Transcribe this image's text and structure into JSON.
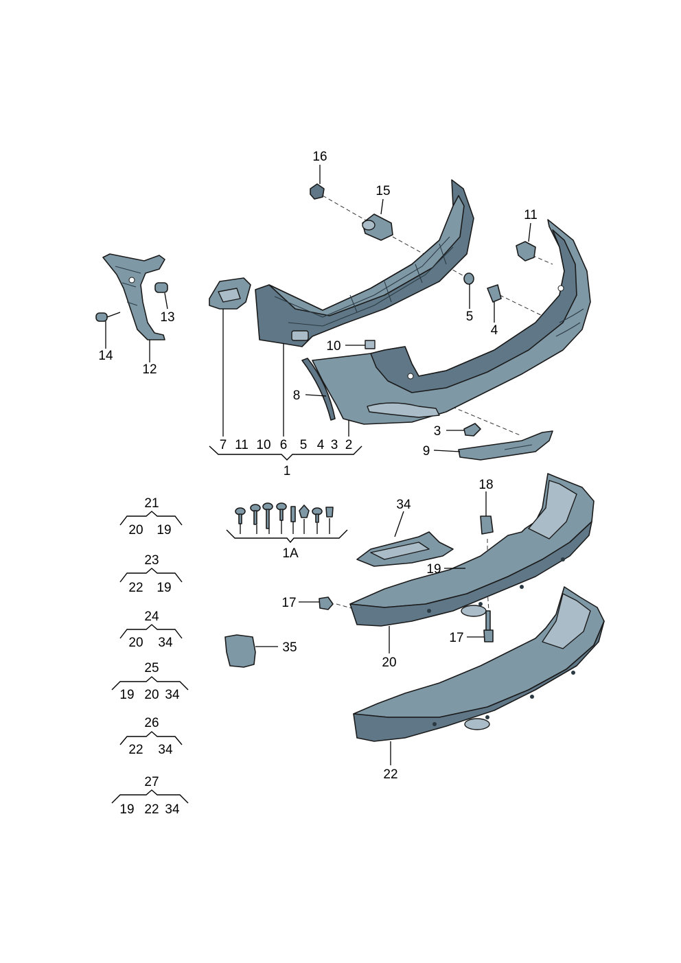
{
  "labels": {
    "l1": "1",
    "l1a": "1A",
    "l2": "2",
    "l3": "3",
    "l4": "4",
    "l5": "5",
    "l6": "6",
    "l7": "7",
    "l8": "8",
    "l9": "9",
    "l10": "10",
    "l11": "11",
    "l12": "12",
    "l13": "13",
    "l14": "14",
    "l15": "15",
    "l16": "16",
    "l17": "17",
    "l18": "18",
    "l19": "19",
    "l20": "20",
    "l22": "22",
    "l34": "34",
    "l35": "35"
  },
  "group_1": [
    "7",
    "11",
    "10",
    "6",
    "5",
    "4",
    "3",
    "2"
  ],
  "kits": [
    {
      "id": "21",
      "parts": [
        "20",
        "19"
      ]
    },
    {
      "id": "23",
      "parts": [
        "22",
        "19"
      ]
    },
    {
      "id": "24",
      "parts": [
        "20",
        "34"
      ]
    },
    {
      "id": "25",
      "parts": [
        "19",
        "20",
        "34"
      ]
    },
    {
      "id": "26",
      "parts": [
        "22",
        "34"
      ]
    },
    {
      "id": "27",
      "parts": [
        "19",
        "22",
        "34"
      ]
    }
  ],
  "colors": {
    "part_fill": "#7f98a6",
    "part_dark": "#5f7786",
    "ink": "#000000"
  }
}
